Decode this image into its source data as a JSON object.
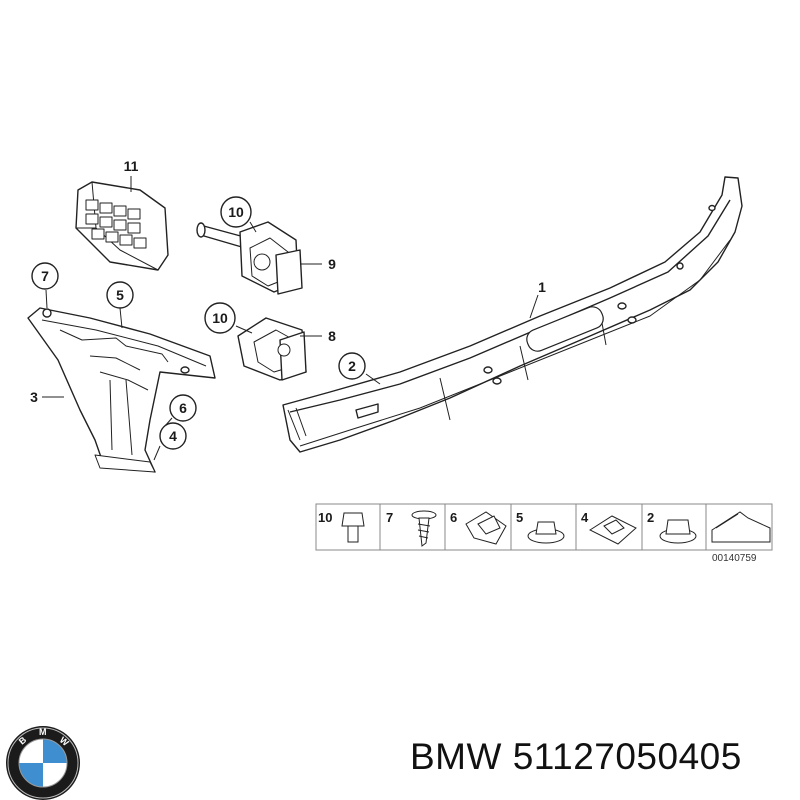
{
  "diagram": {
    "callouts": {
      "c1": "1",
      "c2": "2",
      "c3": "3",
      "c4": "4",
      "c5": "5",
      "c6": "6",
      "c7": "7",
      "c8": "8",
      "c9": "9",
      "c10a": "10",
      "c10b": "10",
      "c11": "11"
    },
    "legend": {
      "items": [
        "10",
        "7",
        "6",
        "5",
        "4",
        "2"
      ],
      "code": "00140759"
    }
  },
  "footer": {
    "brand_text": "BMW 51127050405",
    "logo": {
      "letters": [
        "B",
        "M",
        "W"
      ],
      "colors": {
        "ring": "#111111",
        "blue": "#3f8fd0",
        "white": "#ffffff"
      }
    }
  }
}
